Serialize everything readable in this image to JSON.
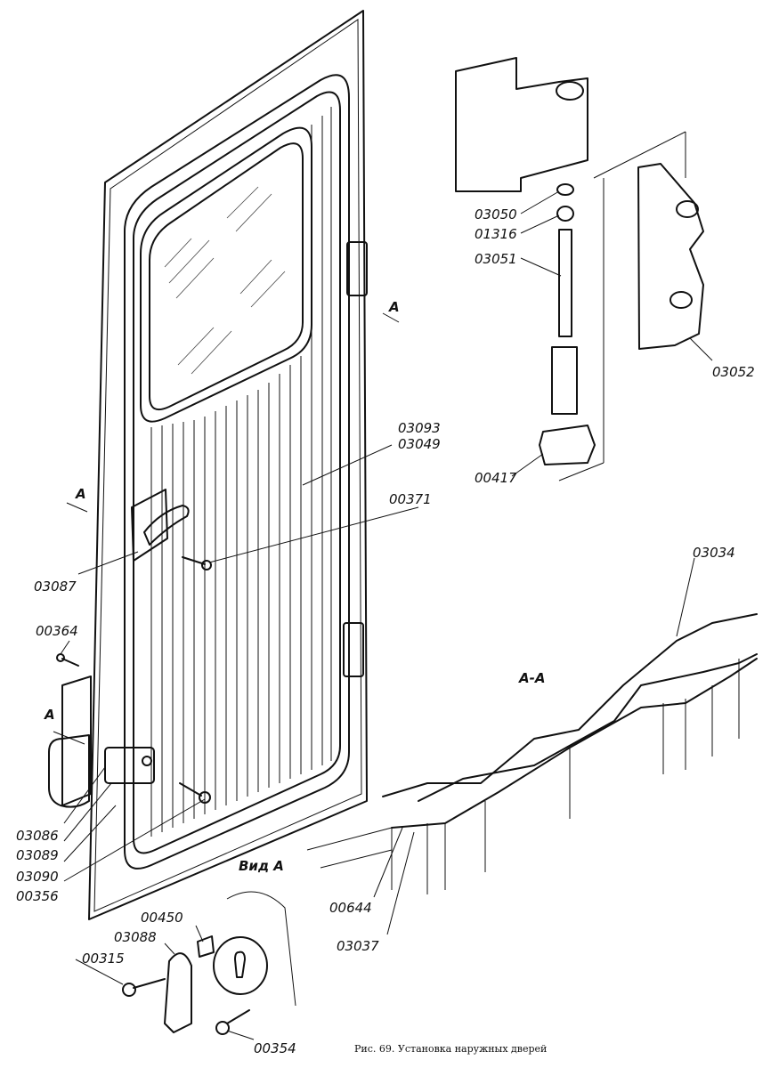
{
  "figure": {
    "caption": "Рис. 69. Установка наружных дверей",
    "view_label": "Вид А",
    "section_labels": {
      "top_right": "A",
      "left": "A",
      "detail": "A",
      "section": "A-A"
    }
  },
  "parts": [
    {
      "id": "p03050",
      "number": "03050"
    },
    {
      "id": "p01316",
      "number": "01316"
    },
    {
      "id": "p03051",
      "number": "03051"
    },
    {
      "id": "p03052",
      "number": "03052"
    },
    {
      "id": "p00417",
      "number": "00417"
    },
    {
      "id": "p03093",
      "number": "03093"
    },
    {
      "id": "p03049",
      "number": "03049"
    },
    {
      "id": "p00371",
      "number": "00371"
    },
    {
      "id": "p03087",
      "number": "03087"
    },
    {
      "id": "p00364",
      "number": "00364"
    },
    {
      "id": "p03034",
      "number": "03034"
    },
    {
      "id": "p03086",
      "number": "03086"
    },
    {
      "id": "p03089",
      "number": "03089"
    },
    {
      "id": "p03090",
      "number": "03090"
    },
    {
      "id": "p00356",
      "number": "00356"
    },
    {
      "id": "p00644",
      "number": "00644"
    },
    {
      "id": "p03037",
      "number": "03037"
    },
    {
      "id": "p00450",
      "number": "00450"
    },
    {
      "id": "p03088",
      "number": "03088"
    },
    {
      "id": "p00315",
      "number": "00315"
    },
    {
      "id": "p00354",
      "number": "00354"
    }
  ]
}
